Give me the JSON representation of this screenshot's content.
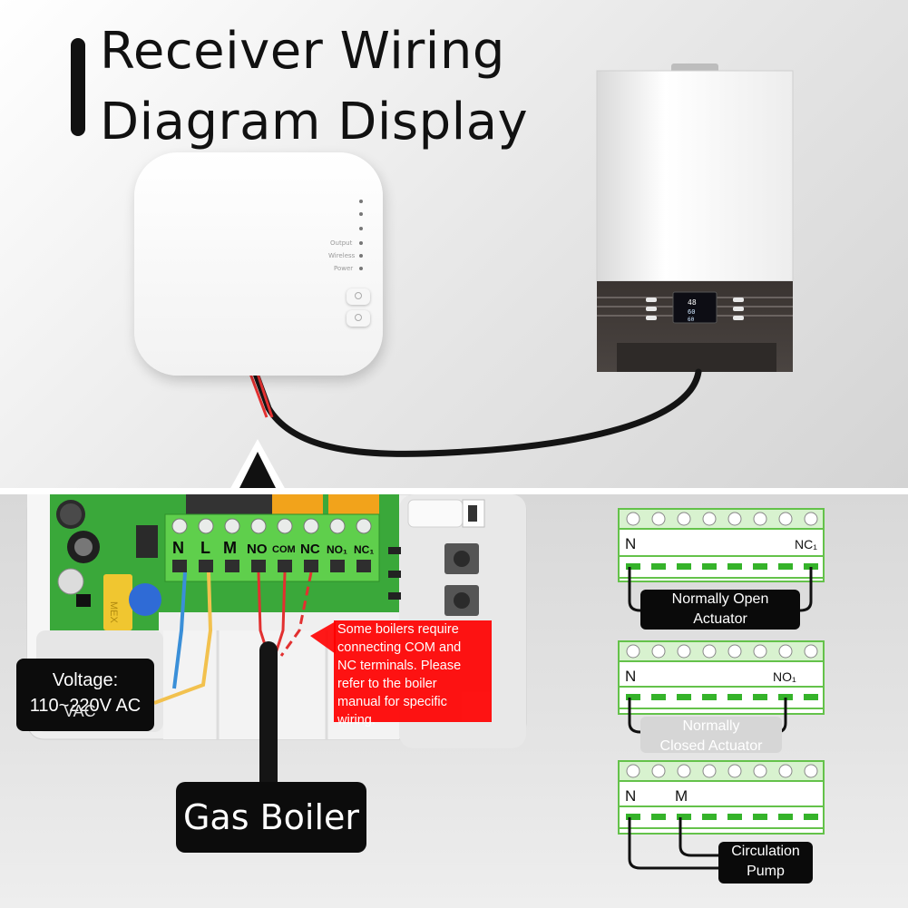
{
  "title": {
    "line1": "Receiver Wiring",
    "line2": "Diagram Display"
  },
  "receiver": {
    "indicators": [
      {
        "label": "",
        "dot": true
      },
      {
        "label": "",
        "dot": true
      },
      {
        "label": "",
        "dot": true
      },
      {
        "label": "Output",
        "dot": true
      },
      {
        "label": "Wireless",
        "dot": true
      },
      {
        "label": "Power",
        "dot": true
      }
    ],
    "pair_icon": "link-icon",
    "power_icon": "power-icon"
  },
  "boiler": {
    "display_line1": "48",
    "display_line2": "60",
    "display_line3": "60"
  },
  "pcb": {
    "terminals": [
      "N",
      "L",
      "M",
      "NO",
      "COM",
      "NC",
      "NO₁",
      "NC₁"
    ],
    "capacitor_text": "MEX"
  },
  "notes": {
    "boiler_note": [
      "Some boilers require",
      "connecting COM and",
      "NC terminals. Please",
      "refer to the boiler",
      "manual for specific",
      "wiring."
    ],
    "voltage_line1": "Voltage:",
    "voltage_line2": "110~220V AC",
    "voltage_overlap": "VAC",
    "gas_boiler": "Gas Boiler"
  },
  "diagrams": [
    {
      "left_label": "N",
      "right_label": "NC₁",
      "actuator_line1": "Normally Open",
      "actuator_line2": "Actuator"
    },
    {
      "left_label": "N",
      "right_label": "NO₁",
      "actuator_line1": "Normally",
      "actuator_line2": "Closed Actuator"
    },
    {
      "left_label": "N",
      "right_label": "M",
      "actuator_line1": "Circulation",
      "actuator_line2": "Pump"
    }
  ],
  "colors": {
    "pcb_green": "#3aa83a",
    "terminal_green": "#5fcf4c",
    "wire_red": "#e23030",
    "wire_black": "#141414",
    "wire_blue": "#3a8fd8",
    "wire_yellow": "#f2c14e",
    "note_red": "#ff0000"
  }
}
